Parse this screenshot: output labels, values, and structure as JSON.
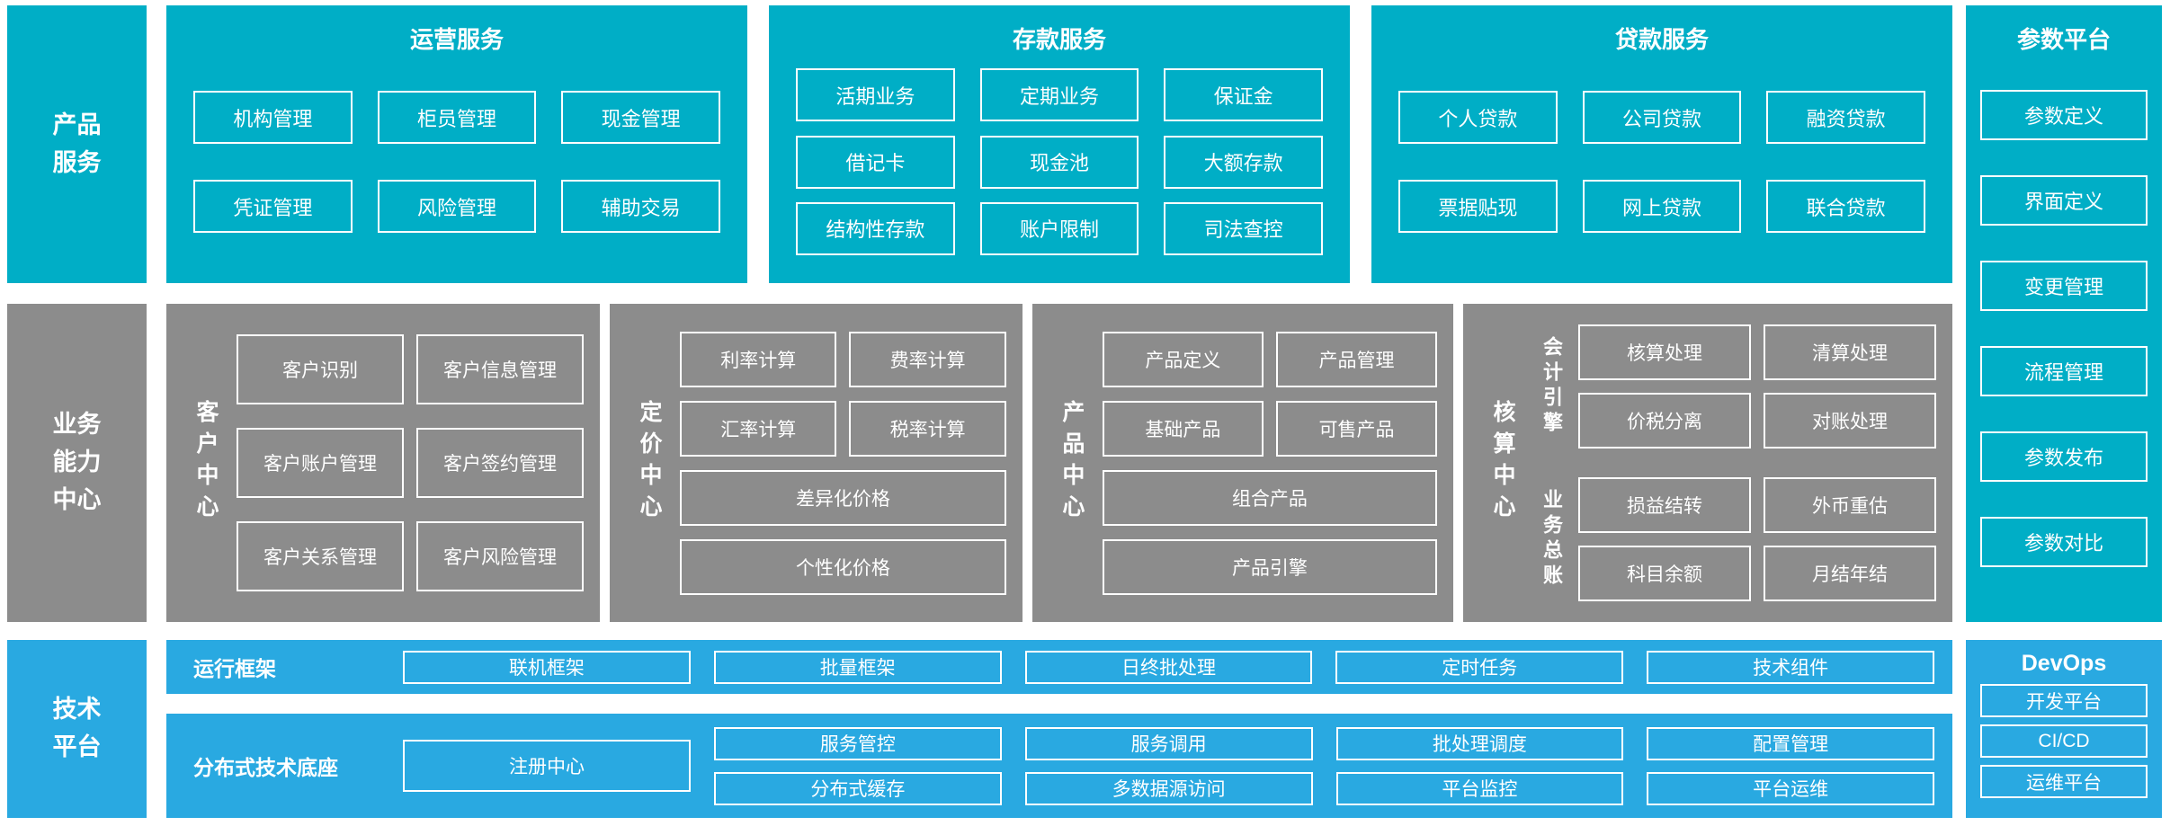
{
  "palette": {
    "teal": "#00AEC6",
    "gray": "#8C8C8C",
    "blue": "#29A9E1",
    "white": "#FFFFFF"
  },
  "side_labels": {
    "product": "产品\n服务",
    "capability": "业务\n能力\n中心",
    "tech": "技术\n平台"
  },
  "services": {
    "operations": {
      "title": "运营服务",
      "rows": [
        [
          "机构管理",
          "柜员管理",
          "现金管理"
        ],
        [
          "凭证管理",
          "风险管理",
          "辅助交易"
        ]
      ]
    },
    "deposit": {
      "title": "存款服务",
      "rows": [
        [
          "活期业务",
          "定期业务",
          "保证金"
        ],
        [
          "借记卡",
          "现金池",
          "大额存款"
        ],
        [
          "结构性存款",
          "账户限制",
          "司法查控"
        ]
      ]
    },
    "loan": {
      "title": "贷款服务",
      "rows": [
        [
          "个人贷款",
          "公司贷款",
          "融资贷款"
        ],
        [
          "票据贴现",
          "网上贷款",
          "联合贷款"
        ]
      ]
    }
  },
  "param_platform": {
    "title": "参数平台",
    "items": [
      "参数定义",
      "界面定义",
      "变更管理",
      "流程管理",
      "参数发布",
      "参数对比"
    ]
  },
  "centers": {
    "customer": {
      "label": "客户中心",
      "buttons": [
        "客户识别",
        "客户信息管理",
        "客户账户管理",
        "客户签约管理",
        "客户关系管理",
        "客户风险管理"
      ]
    },
    "pricing": {
      "label": "定价中心",
      "buttons": [
        "利率计算",
        "费率计算",
        "汇率计算",
        "税率计算"
      ],
      "wide": [
        "差异化价格",
        "个性化价格"
      ]
    },
    "product": {
      "label": "产品中心",
      "buttons": [
        "产品定义",
        "产品管理",
        "基础产品",
        "可售产品"
      ],
      "wide": [
        "组合产品",
        "产品引擎"
      ]
    },
    "accounting": {
      "label": "核算中心",
      "groups": [
        {
          "label": "会计引擎",
          "buttons": [
            "核算处理",
            "清算处理",
            "价税分离",
            "对账处理"
          ]
        },
        {
          "label": "业务总账",
          "buttons": [
            "损益结转",
            "外币重估",
            "科目余额",
            "月结年结"
          ]
        }
      ]
    }
  },
  "runtime": {
    "label": "运行框架",
    "items": [
      "联机框架",
      "批量框架",
      "日终批处理",
      "定时任务",
      "技术组件"
    ]
  },
  "distributed": {
    "label": "分布式技术底座",
    "registry": "注册中心",
    "rows": [
      [
        "服务管控",
        "服务调用",
        "批处理调度",
        "配置管理"
      ],
      [
        "分布式缓存",
        "多数据源访问",
        "平台监控",
        "平台运维"
      ]
    ]
  },
  "devops": {
    "title": "DevOps",
    "items": [
      "开发平台",
      "CI/CD",
      "运维平台"
    ]
  }
}
